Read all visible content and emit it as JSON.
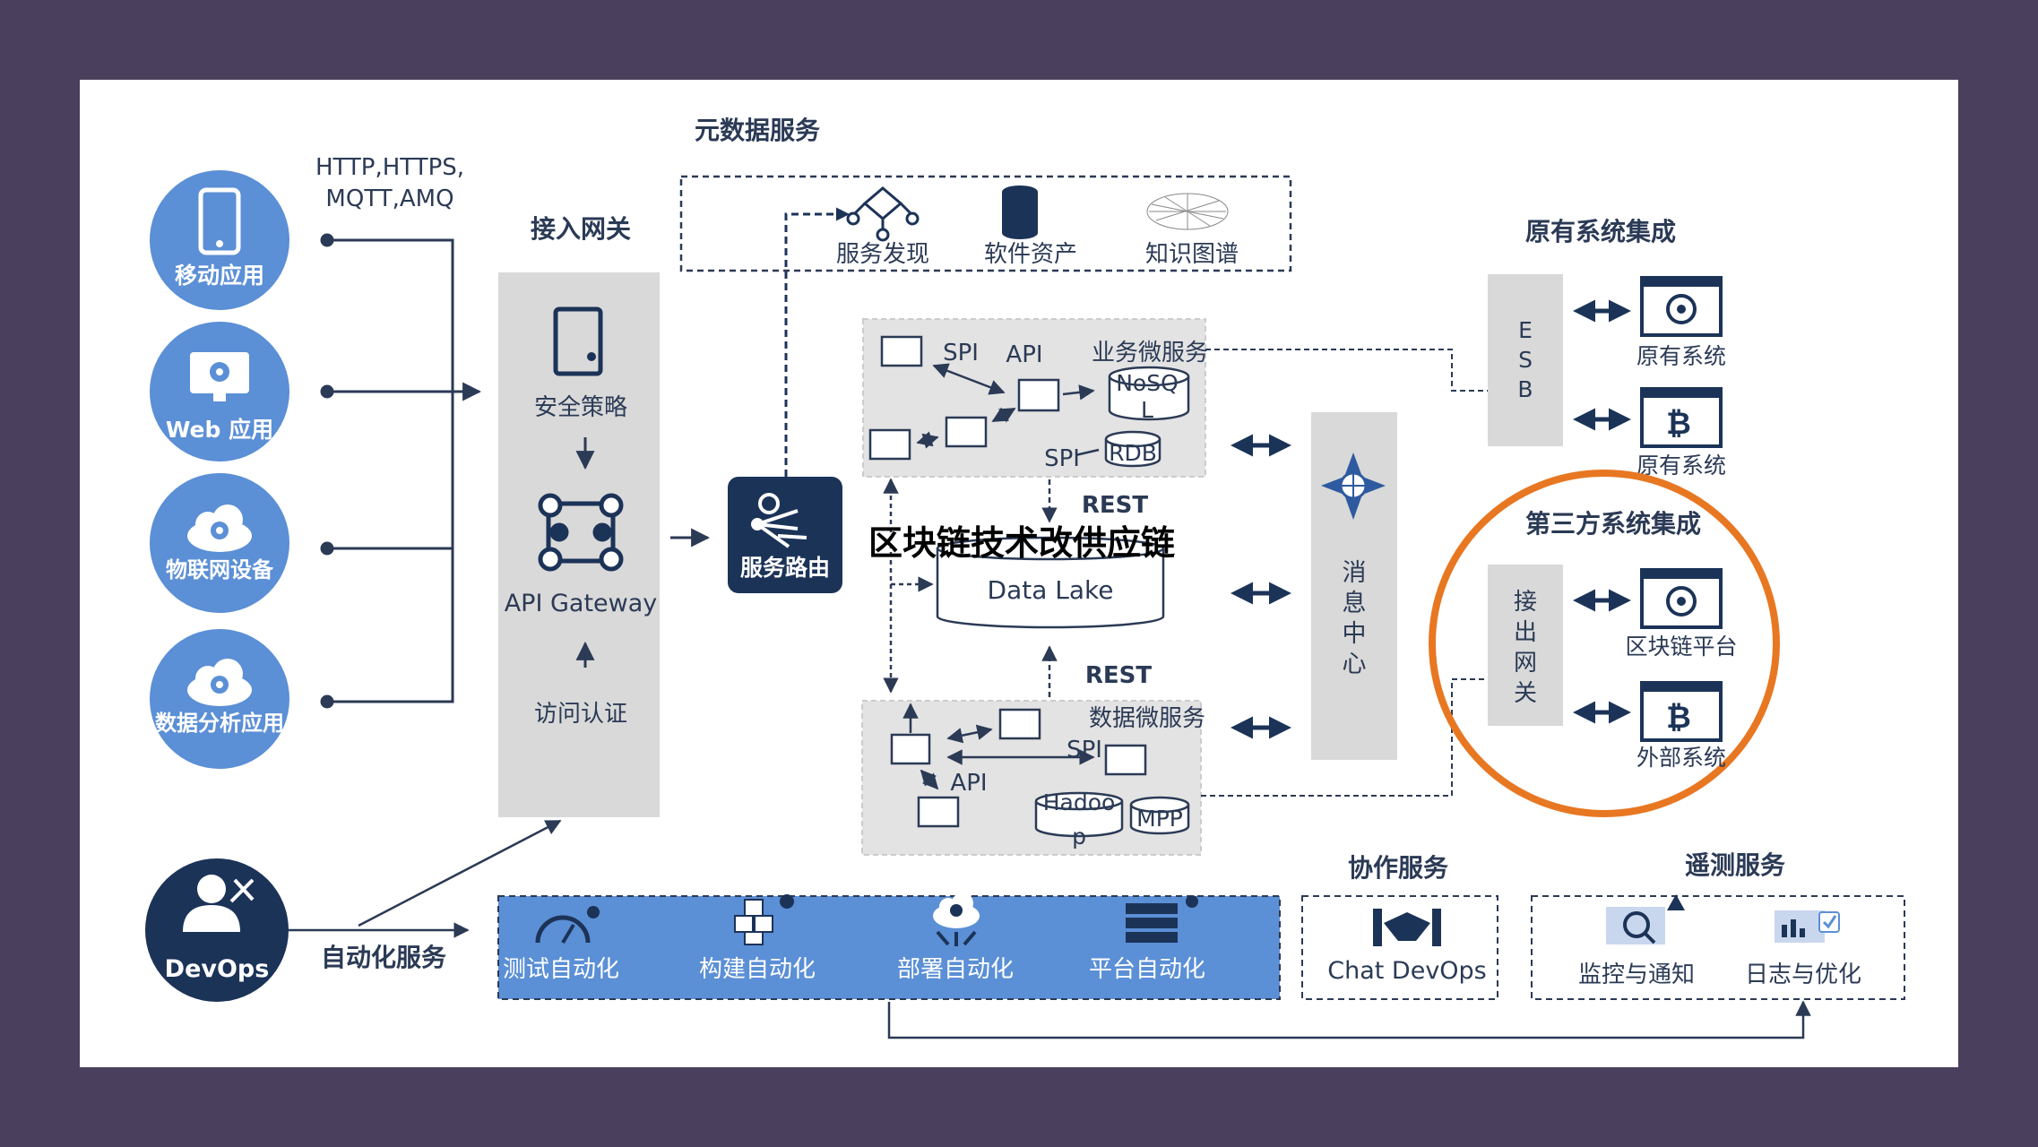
{
  "top_title": "元数据服务",
  "protocols": [
    "HTTP,HTTPS,",
    "MQTT,AMQ"
  ],
  "gateway": {
    "title": "接入网关",
    "security": "安全策略",
    "api_gateway": "API Gateway",
    "auth": "访问认证"
  },
  "clients": [
    "移动应用",
    "Web 应用",
    "物联网设备",
    "数据分析应用"
  ],
  "devops": {
    "label": "DevOps",
    "auto_label": "自动化服务"
  },
  "meta_items": [
    "服务发现",
    "软件资产",
    "知识图谱"
  ],
  "router": "服务路由",
  "overlay_title": "区块链技术改供应链",
  "biz": {
    "title": "业务微服务",
    "spi1": "SPI",
    "api": "API",
    "nosql1": "NoSQ",
    "nosql2": "L",
    "spi2": "SPI",
    "rdb": "RDB"
  },
  "rest_top": "REST",
  "rest_bottom": "REST",
  "datalake": "Data Lake",
  "datams": {
    "title": "数据微服务",
    "spi": "SPI",
    "api": "API",
    "hadoop1": "Hadoo",
    "hadoop2": "p",
    "mpp": "MPP"
  },
  "msg_center": [
    "消",
    "息",
    "中",
    "心"
  ],
  "legacy": {
    "title": "原有系统集成",
    "esb": [
      "E",
      "S",
      "B"
    ],
    "sys1": "原有系统",
    "sys2": "原有系统"
  },
  "third": {
    "title": "第三方系统集成",
    "gateway_out": [
      "接",
      "出",
      "网",
      "关"
    ],
    "blockchain": "区块链平台",
    "external": "外部系统"
  },
  "automation": [
    "测试自动化",
    "构建自动化",
    "部署自动化",
    "平台自动化"
  ],
  "collab": {
    "title": "协作服务",
    "item": "Chat DevOps"
  },
  "telemetry": {
    "title": "遥测服务",
    "items": [
      "监控与通知",
      "日志与优化"
    ]
  },
  "colors": {
    "frame": "#4a3f5c",
    "panel": "#ffffff",
    "blue": "#5b8fd6",
    "navy": "#1c3358",
    "gray": "#d9d9d9",
    "orange": "#e87722"
  }
}
